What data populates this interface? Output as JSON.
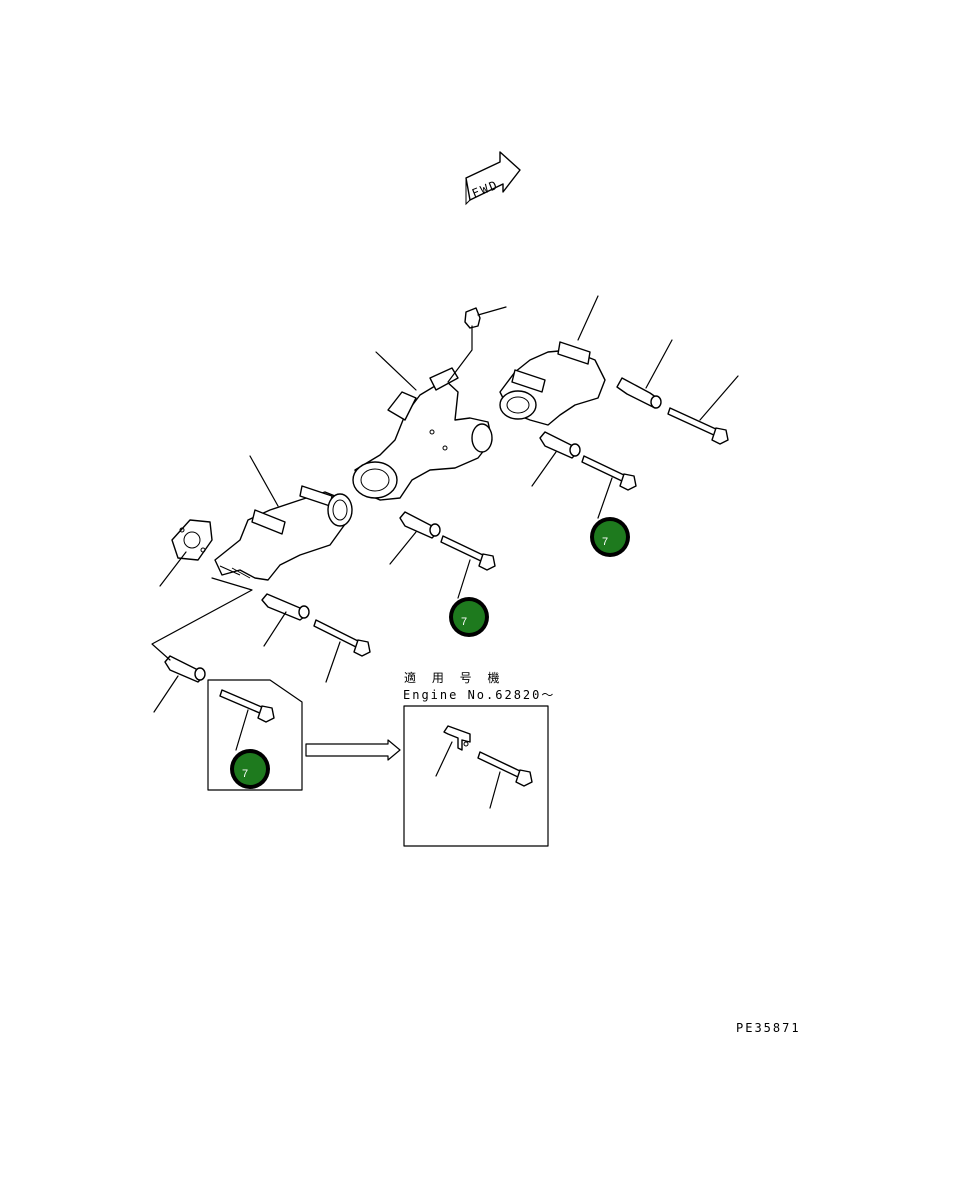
{
  "direction_marker": {
    "text": "FWD"
  },
  "reference_badges": [
    {
      "text": "7"
    },
    {
      "text": "7"
    },
    {
      "text": "7"
    }
  ],
  "serial_note": {
    "title": "適 用 号 機",
    "engine": "Engine No.62820～"
  },
  "drawing_code": "PE35871",
  "colors": {
    "badge": "#1e7a1e",
    "line": "#000000",
    "background": "#ffffff"
  }
}
